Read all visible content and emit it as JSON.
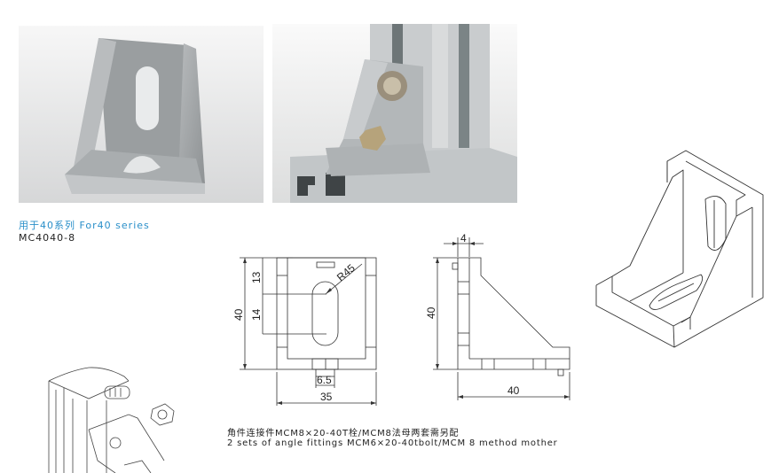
{
  "product": {
    "series_label": "用于40系列 For40 series",
    "model": "MC4040-8",
    "accent_color": "#2a8fc9"
  },
  "photos": [
    {
      "name": "angle-bracket-photo",
      "description": "die-cast angle bracket"
    },
    {
      "name": "installed-bracket-photo",
      "description": "bracket mounted on 40 series aluminium profile with bolt and nut"
    }
  ],
  "front_view": {
    "height": "40",
    "upper_offset": "13",
    "slot_length": "14",
    "radius": "R45",
    "key_width": "6.5",
    "width": "35"
  },
  "side_view": {
    "thickness": "4",
    "height": "40",
    "length": "40"
  },
  "notes": {
    "line_cn": "角件连接件MCM8×20-40T栓/MCM8法母两套需另配",
    "line_en": "2 sets of angle fittings MCM6×20-40tbolt/MCM 8 method mother"
  }
}
